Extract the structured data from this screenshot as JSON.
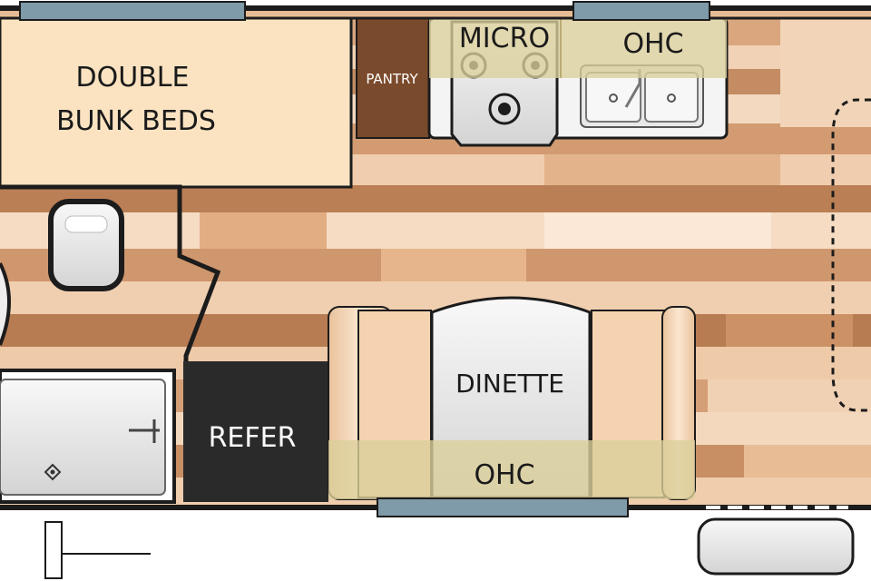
{
  "labels": {
    "double_bunk_line1": "DOUBLE",
    "double_bunk_line2": "BUNK BEDS",
    "pantry": "PANTRY",
    "micro": "MICRO",
    "ohc_kitchen": "OHC",
    "dinette": "DINETTE",
    "ohc_dinette": "OHC",
    "refer": "REFER"
  },
  "colors": {
    "wall": "#1c1c1c",
    "floor_light": "#f1d2b6",
    "floor_mid": "#d9a67e",
    "floor_dark": "#b87c52",
    "bunk": "#fbe3c1",
    "pantry": "#7a4a2c",
    "ohc_overlay": "#dccf9b",
    "window": "#7f9aa8",
    "refer": "#2a2a2a",
    "fixture": "#ececec"
  }
}
